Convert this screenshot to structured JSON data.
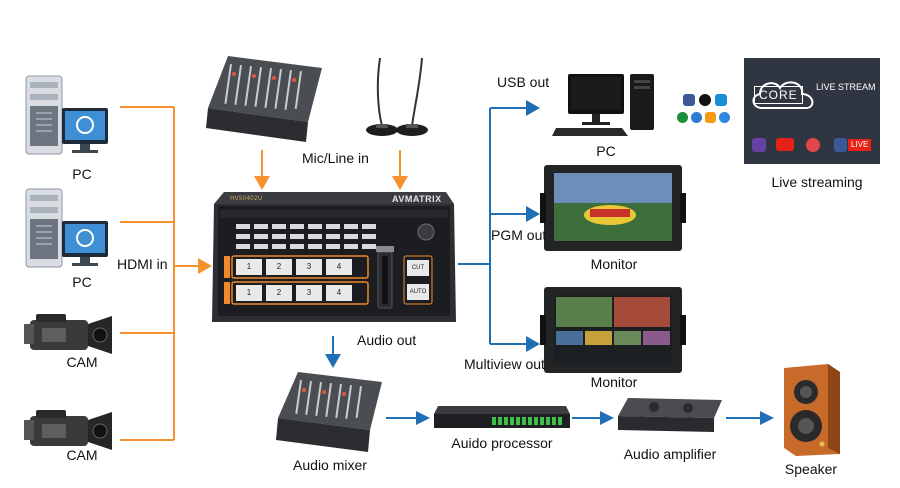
{
  "labels": {
    "pc1": "PC",
    "pc2": "PC",
    "cam1": "CAM",
    "cam2": "CAM",
    "hdmi_in": "HDMI in",
    "mic_line_in": "Mic/Line in",
    "audio_out": "Audio out",
    "usb_out": "USB out",
    "pc_out": "PC",
    "pgm_out": "PGM out",
    "monitor1": "Monitor",
    "multiview_out": "Multiview out",
    "monitor2": "Monitor",
    "live_streaming": "Live streaming",
    "audio_mixer": "Audio mixer",
    "audio_processor": "Auido processor",
    "audio_amplifier": "Audio amplifier",
    "speaker": "Speaker"
  },
  "switcher": {
    "brand": "AVMATRIX",
    "model": "HVS0402U",
    "buttons_row1": [
      "1",
      "2",
      "3",
      "4"
    ],
    "buttons_row2": [
      "1",
      "2",
      "3",
      "4"
    ],
    "cut_label": "CUT",
    "auto_label": "AUTO"
  },
  "streaming": {
    "core_text": "CORE",
    "live_stream_text": "LIVE STREAM",
    "fb_live_text": "LIVE"
  },
  "colors": {
    "input_arrow": "#f5922f",
    "output_arrow": "#1f6fb6",
    "streaming_panel": "#2f3642"
  }
}
